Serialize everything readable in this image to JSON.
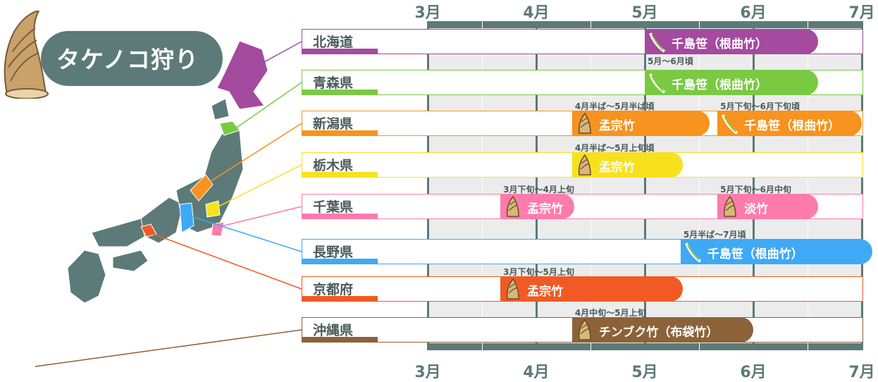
{
  "title": "タケノコ狩り",
  "colors": {
    "chart_bg": "#ececec",
    "frame": "#5c7a78",
    "map_base": "#5c7a78"
  },
  "chart_data": {
    "type": "bar",
    "months": [
      "3月",
      "4月",
      "5月",
      "6月",
      "7月"
    ],
    "prefectures": [
      {
        "name": "北海道",
        "color": "#a44a9f",
        "periods": [
          {
            "start": 5.0,
            "end": 6.6,
            "bamboo": "千島笹（根曲竹）",
            "icon": "sasa",
            "date_label": "5月～6月頃",
            "label_pos": "below"
          }
        ]
      },
      {
        "name": "青森県",
        "color": "#7ac943",
        "periods": [
          {
            "start": 5.0,
            "end": 6.6,
            "bamboo": "千島笹（根曲竹）",
            "icon": "sasa",
            "date_label": "",
            "label_pos": "above"
          }
        ]
      },
      {
        "name": "新潟県",
        "color": "#f7931e",
        "periods": [
          {
            "start": 4.33,
            "end": 5.6,
            "bamboo": "孟宗竹",
            "icon": "moso",
            "date_label": "4月半ば～5月半ば頃",
            "label_pos": "above"
          },
          {
            "start": 5.67,
            "end": 7.0,
            "bamboo": "千島笹（根曲竹）",
            "icon": "sasa",
            "date_label": "5月下旬～6月下旬頃",
            "label_pos": "above"
          }
        ]
      },
      {
        "name": "栃木県",
        "color": "#f7e11e",
        "periods": [
          {
            "start": 4.33,
            "end": 5.35,
            "bamboo": "孟宗竹",
            "icon": "moso",
            "date_label": "4月半ば～5月上旬頃",
            "label_pos": "above"
          }
        ]
      },
      {
        "name": "千葉県",
        "color": "#ff7bac",
        "periods": [
          {
            "start": 3.67,
            "end": 4.35,
            "bamboo": "孟宗竹",
            "icon": "moso",
            "date_label": "3月下旬～4月上旬",
            "label_pos": "above"
          },
          {
            "start": 5.67,
            "end": 6.6,
            "bamboo": "淡竹",
            "icon": "moso",
            "date_label": "5月下旬～6月中旬",
            "label_pos": "above"
          }
        ]
      },
      {
        "name": "長野県",
        "color": "#3fa9f5",
        "periods": [
          {
            "start": 5.33,
            "end": 7.1,
            "bamboo": "千島笹（根曲竹）",
            "icon": "sasa",
            "date_label": "5月半ば～7月頃",
            "label_pos": "above"
          }
        ]
      },
      {
        "name": "京都府",
        "color": "#f15a24",
        "periods": [
          {
            "start": 3.67,
            "end": 5.35,
            "bamboo": "孟宗竹",
            "icon": "moso",
            "date_label": "3月下旬～5月上旬",
            "label_pos": "above"
          }
        ]
      },
      {
        "name": "沖縄県",
        "color": "#8c6239",
        "periods": [
          {
            "start": 4.33,
            "end": 6.0,
            "bamboo": "チンブク竹（布袋竹）",
            "icon": "chinbuku",
            "date_label": "4月中旬～5月上旬",
            "label_pos": "above"
          }
        ]
      }
    ]
  }
}
